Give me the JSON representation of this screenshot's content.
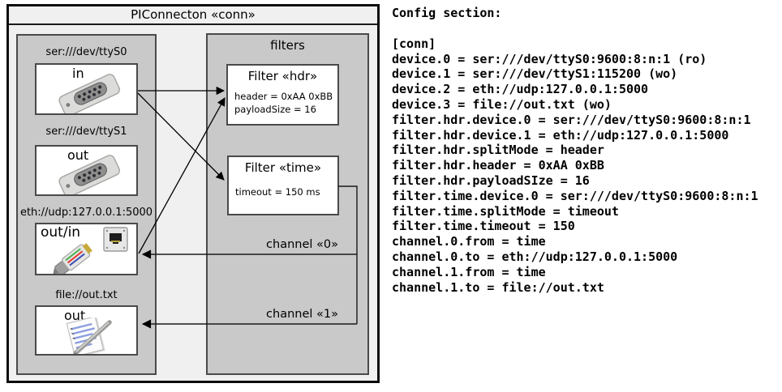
{
  "colors": {
    "outer_fill": "#f0f0f0",
    "panel_fill": "#c9c9c9",
    "panel_border": "#4a4a4a",
    "outer_border": "#0d0d0d",
    "line_color": "#000000"
  },
  "diagram": {
    "title": "PIConnecton «conn»",
    "devices_panel": {
      "devices": [
        {
          "label": "ser:///dev/ttyS0",
          "direction": "in",
          "icon": "serial-connector"
        },
        {
          "label": "ser:///dev/ttyS1",
          "direction": "out",
          "icon": "serial-connector"
        },
        {
          "label": "eth://udp:127.0.0.1:5000",
          "direction": "out/in",
          "icon": "ethernet-jack-and-plug"
        },
        {
          "label": "file://out.txt",
          "direction": "out",
          "icon": "notepad-pen"
        }
      ]
    },
    "filters_panel": {
      "label": "filters",
      "filters": [
        {
          "title": "Filter «hdr»",
          "params": [
            "header = 0xAA 0xBB",
            "payloadSize = 16"
          ]
        },
        {
          "title": "Filter «time»",
          "params": [
            "timeout = 150 ms"
          ]
        }
      ]
    },
    "channels": [
      {
        "label": "channel «0»"
      },
      {
        "label": "channel «1»"
      }
    ]
  },
  "config": {
    "heading": "Config section:",
    "lines": [
      "[conn]",
      "device.0 = ser:///dev/ttyS0:9600:8:n:1 (ro)",
      "device.1 = ser:///dev/ttyS1:115200 (wo)",
      "device.2 = eth://udp:127.0.0.1:5000",
      "device.3 = file://out.txt (wo)",
      "filter.hdr.device.0 = ser:///dev/ttyS0:9600:8:n:1",
      "filter.hdr.device.1 = eth://udp:127.0.0.1:5000",
      "filter.hdr.splitMode = header",
      "filter.hdr.header = 0xAA 0xBB",
      "filter.hdr.payloadSIze = 16",
      "filter.time.device.0 = ser:///dev/ttyS0:9600:8:n:1",
      "filter.time.splitMode = timeout",
      "filter.time.timeout = 150",
      "channel.0.from = time",
      "channel.0.to = eth://udp:127.0.0.1:5000",
      "channel.1.from = time",
      "channel.1.to = file://out.txt"
    ]
  }
}
